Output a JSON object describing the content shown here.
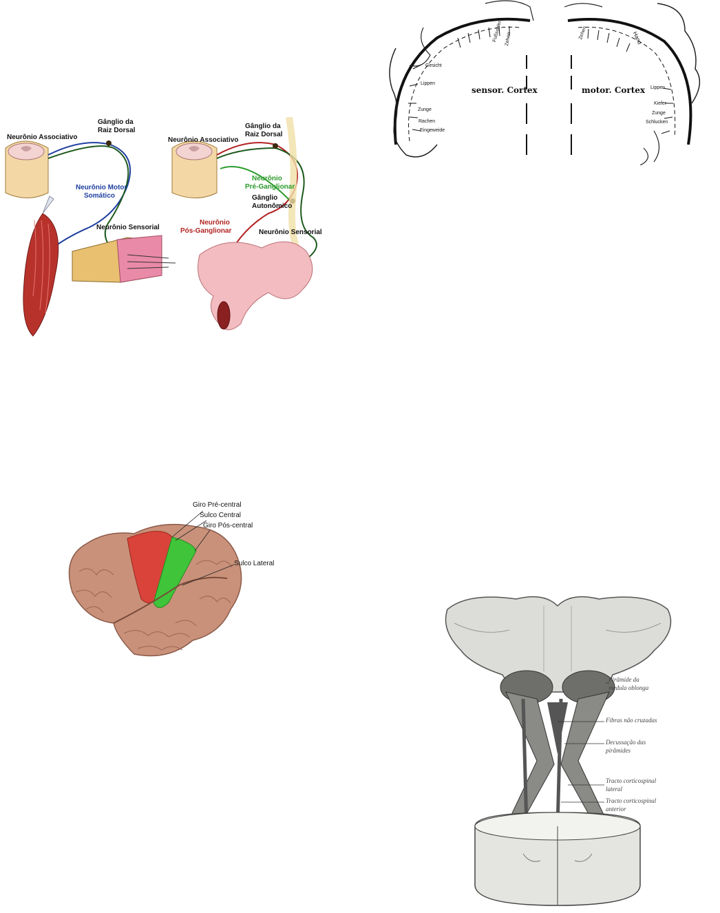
{
  "reflex_figure": {
    "somatic": {
      "associative": "Neurônio Associativo",
      "ganglion": [
        "Gânglio da",
        "Raiz Dorsal"
      ],
      "motor": [
        "Neurônio Motor",
        "Somático"
      ],
      "sensory": "Neurônio Sensorial"
    },
    "autonomic": {
      "associative": "Neurônio Associativo",
      "ganglion": [
        "Gânglio da",
        "Raiz Dorsal"
      ],
      "preganglionic": [
        "Neurônio",
        "Pré-Ganglionar"
      ],
      "auto_ganglion": [
        "Gânglio",
        "Autonômico"
      ],
      "postganglionic": [
        "Neurônio",
        "Pós-Ganglionar"
      ],
      "sensory": "Neurônio Sensorial"
    },
    "colors": {
      "motor": "#1f3fa0",
      "pre": "#2a9a2a",
      "post": "#b22222"
    }
  },
  "homunculus_figure": {
    "sensory_title": "sensor. Cortex",
    "motor_title": "motor. Cortex",
    "sensory_parts": [
      "Gesicht",
      "Lippen",
      "Zunge",
      "Rachen",
      "Eingeweide",
      "Fußsohlen",
      "Zehen"
    ],
    "motor_parts": [
      "Hand",
      "Lippen",
      "Kiefer",
      "Zunge",
      "Schlucken",
      "Zehen"
    ]
  },
  "brain_figure": {
    "labels": [
      "Giro Pré-central",
      "Sulco Central",
      "Giro Pós-central",
      "Sulco Lateral"
    ],
    "colors": {
      "precentral": "#d9433a",
      "postcentral": "#3fc43a"
    }
  },
  "pyramid_figure": {
    "labels": [
      [
        "Pirâmide da",
        "medula oblonga"
      ],
      [
        "Fibras não cruzadas"
      ],
      [
        "Decussação das",
        "pirâmides"
      ],
      [
        "Tracto corticospinal",
        "lateral"
      ],
      [
        "Tracto corticospinal",
        "anterior"
      ]
    ]
  }
}
